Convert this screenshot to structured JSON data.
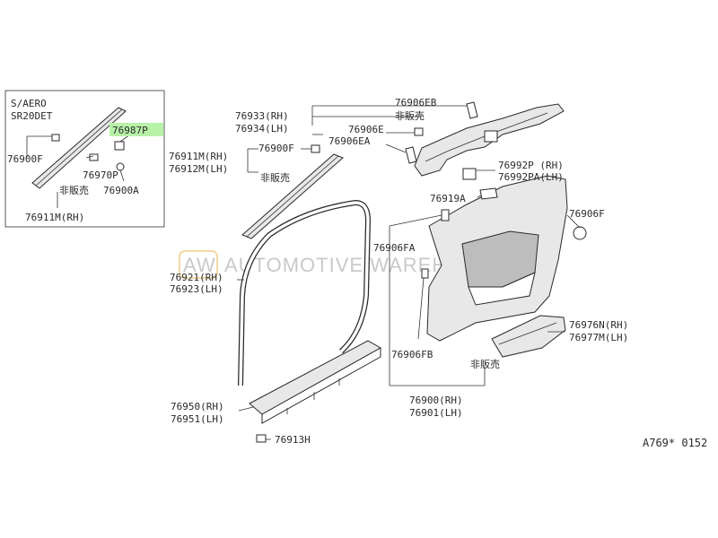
{
  "inset": {
    "title_line1": "S/AERO",
    "title_line2": "SR20DET",
    "label_76900F": "76900F",
    "label_76970P": "76970P",
    "label_76900A": "76900A",
    "label_76987P": "76987P",
    "label_not_sold": "非販売",
    "label_76911M_RH": "76911M(RH)",
    "highlight_color": "#b8f2a8"
  },
  "watermark": {
    "logo": "AW",
    "text": "AUTOMOTIVE WAREHOUSE"
  },
  "labels": {
    "p76906EB": "76906EB",
    "p76933_RH": "76933(RH)",
    "not_sold_1": "非販売",
    "p76934_LH": "76934(LH)",
    "p76906E": "76906E",
    "p76906EA": "76906EA",
    "p76911M_RH": "76911M(RH)",
    "p76900F": "76900F",
    "p76912M_LH": "76912M(LH)",
    "not_sold_2": "非販売",
    "p76992P_RH": "76992P (RH)",
    "p76992PA_LH": "76992PA(LH)",
    "p76919A": "76919A",
    "p76906F": "76906F",
    "p76906FA": "76906FA",
    "p76921_RH": "76921(RH)",
    "p76923_LH": "76923(LH)",
    "p76976N_RH": "76976N(RH)",
    "p76977M_LH": "76977M(LH)",
    "p76906FB": "76906FB",
    "not_sold_3": "非販売",
    "p76900_RH": "76900(RH)",
    "p76901_LH": "76901(LH)",
    "p76950_RH": "76950(RH)",
    "p76951_LH": "76951(LH)",
    "p76913H": "76913H",
    "diagram_code": "A769* 0152"
  }
}
